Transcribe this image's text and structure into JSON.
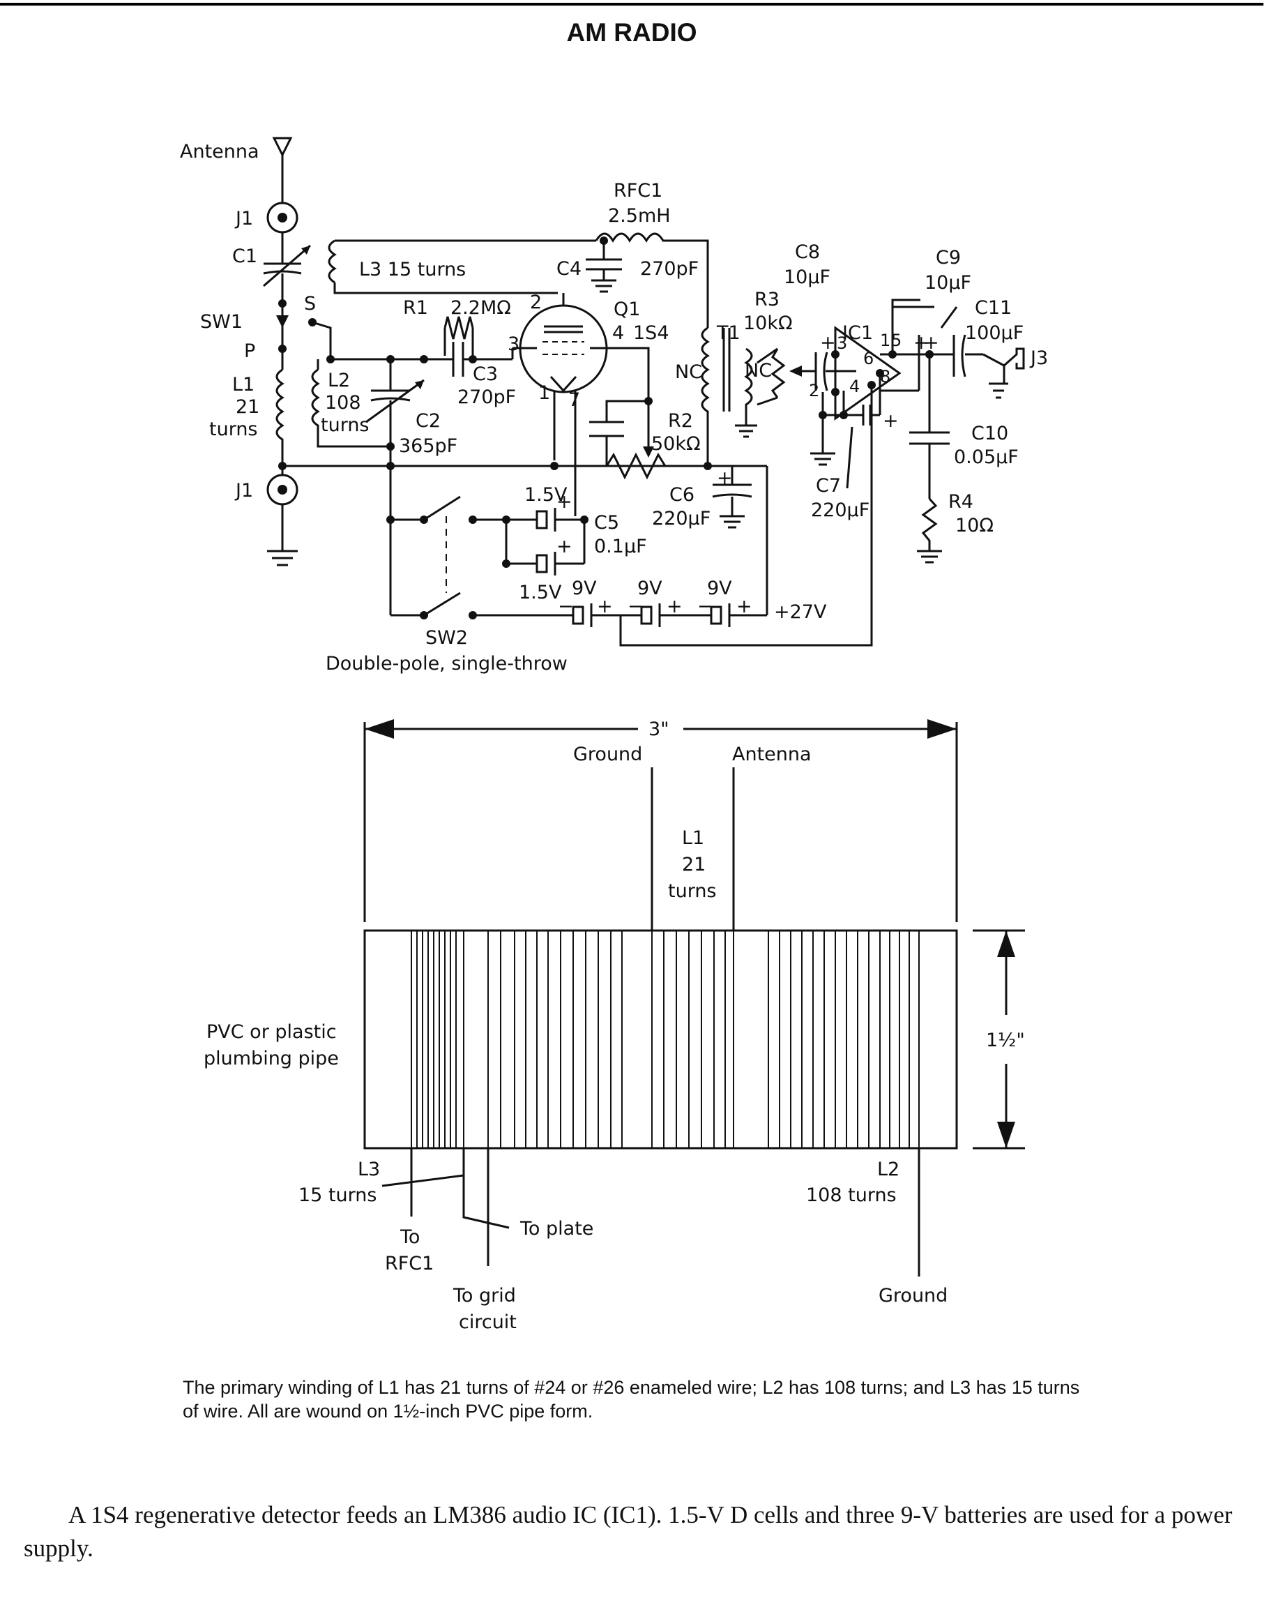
{
  "title": "AM RADIO",
  "schematic": {
    "antenna": "Antenna",
    "j1_top": "J1",
    "j1_bottom": "J1",
    "c1": "C1",
    "sw1": "SW1",
    "sw1_s": "S",
    "sw1_p": "P",
    "l1": [
      "L1",
      "21",
      "turns"
    ],
    "l3": "L3 15 turns",
    "rfc1": [
      "RFC1",
      "2.5mH"
    ],
    "c4": [
      "C4",
      "270pF"
    ],
    "r1": [
      "R1",
      "2.2MΩ"
    ],
    "pin2": "2",
    "pin3": "3",
    "pin4": "4",
    "pin1": "1",
    "pin7": "7",
    "q1": [
      "Q1",
      "1S4"
    ],
    "l2": [
      "L2",
      "108",
      "turns"
    ],
    "c3": [
      "C3",
      "270pF"
    ],
    "c2": [
      "C2",
      "365pF"
    ],
    "t1": "T1",
    "nc_left": "NC",
    "nc_right": "NC",
    "r2": [
      "R2",
      "50kΩ"
    ],
    "c5": [
      "C5",
      "0.1μF"
    ],
    "c6": [
      "C6",
      "220μF"
    ],
    "cell1": "1.5V",
    "cell2": "1.5V",
    "bat": [
      "9V",
      "9V",
      "9V"
    ],
    "plus27": "+27V",
    "sw2": [
      "SW2",
      "Double-pole, single-throw"
    ],
    "c8": [
      "C8",
      "10μF"
    ],
    "r3": [
      "R3",
      "10kΩ"
    ],
    "ic1": "IC1",
    "ic_pins": [
      "3",
      "2",
      "4",
      "6",
      "1",
      "5",
      "8"
    ],
    "c7": [
      "C7",
      "220μF"
    ],
    "c9": [
      "C9",
      "10μF"
    ],
    "c11": [
      "C11",
      "100μF"
    ],
    "j3": "J3",
    "c10": [
      "C10",
      "0.05μF"
    ],
    "r4": [
      "R4",
      "10Ω"
    ],
    "plus": "+"
  },
  "coil": {
    "width": "3\"",
    "ground_top": "Ground",
    "antenna_top": "Antenna",
    "l1": [
      "L1",
      "21",
      "turns"
    ],
    "pipe": [
      "PVC or plastic",
      "plumbing pipe"
    ],
    "height": "1½\"",
    "l3": [
      "L3",
      "15 turns"
    ],
    "to_rfc1": [
      "To",
      "RFC1"
    ],
    "to_plate": "To plate",
    "to_grid": [
      "To grid",
      "circuit"
    ],
    "l2": [
      "L2",
      "108 turns"
    ],
    "ground_bottom": "Ground"
  },
  "caption": "The primary winding of L1 has 21 turns of #24 or #26 enameled wire; L2 has 108 turns; and L3 has 15 turns of wire. All are wound on 1½-inch PVC pipe form.",
  "description": "A 1S4 regenerative detector feeds an LM386 audio IC (IC1). 1.5-V D cells and three 9-V batteries are used for a power supply."
}
